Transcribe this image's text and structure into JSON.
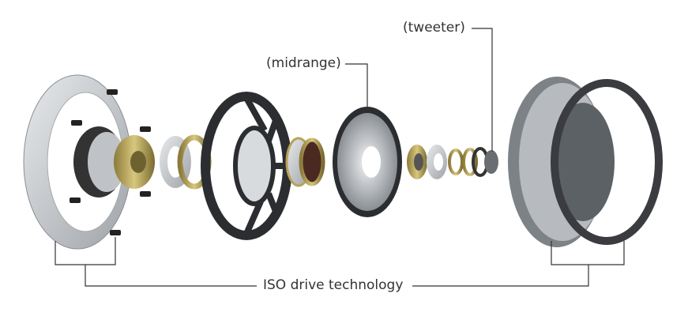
{
  "labels": {
    "tweeter": "(tweeter)",
    "midrange": "(midrange)",
    "iso_drive": "ISO drive technology"
  },
  "colors": {
    "leader_line": "#333333",
    "metal": "#c9ccd0",
    "dark_part": "#2b2d30",
    "brass": "#b8a35a"
  }
}
